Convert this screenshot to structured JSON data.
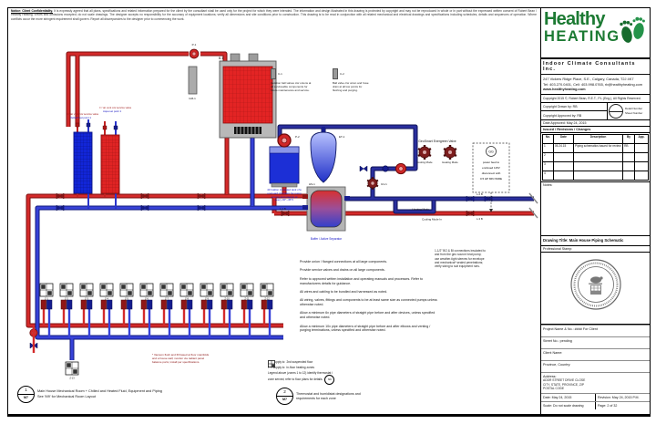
{
  "colors": {
    "supply_red": "#c9251f",
    "return_blue": "#2431c9",
    "navy": "#1a2370",
    "brand_green": "#1c7a33"
  },
  "disclaimer": {
    "lead": "Notice: Client Confidentiality.",
    "body": "It is expressly agreed that all plans, specifications and related information prepared for the client by the consultant shall be used only for the project for which they were intended. The information and design illustrated in this drawing is protected by copyright and may not be reproduced in whole or in part without the expressed written consent of Robert Bean / Healthy Heating. Errors and omissions excepted; do not scale drawings. The designer accepts no responsibility for the accuracy of equipment locations; verify all dimensions and site conditions prior to construction. This drawing is to be read in conjunction with all related mechanical and electrical drawings and specifications including schedules, details and sequences of operation. Where conflicts occur the more stringent requirement shall govern. Report all discrepancies to the designer prior to commencing the work."
  },
  "brand": {
    "name_top": "Healthy",
    "name_bottom": "HEATING",
    "tagline": "Indoor Climate Consultants Inc.",
    "address1": "247 Vickers Ridge Place, S.E., Calgary, Canada, T2J 4K7",
    "address2": "Tel: 403.270.0401, Cell: 403.998.0765, rb@healthyheating.com",
    "website": "www.healthyheating.com"
  },
  "title_block": {
    "copyright": "Copyright 2015 ©, Robert Bean, R.E.T., P.L.(Eng.), All Rights Reserved.",
    "drawn_by": "Copyright Drawn by: RB",
    "approved_by": "Copyright Approved by: RB",
    "detail_number": "Detail Number",
    "sheet_number": "Sheet Number",
    "date_approved": "Date Approved: May 24, 2015",
    "revisions_title": "Issued / Revisions / Changes",
    "rev_headers": [
      "No.",
      "Date",
      "Description",
      "By",
      "App."
    ],
    "rev_rows": [
      [
        "1",
        "05.24.15",
        "Piping schematics issued for review",
        "RB",
        ""
      ],
      [
        "2",
        "",
        "",
        "",
        ""
      ],
      [
        "3",
        "",
        "",
        "",
        ""
      ],
      [
        "4",
        "",
        "",
        "",
        ""
      ]
    ],
    "notes_label": "Notes:",
    "drawing_title": "Drawing Title: Main House Piping Schematic",
    "stamp_label": "Professional Stamp:",
    "fields": [
      "Project Name & No.: #### For Client",
      "Street No.: pending",
      "Client Name:",
      "Province, Country:"
    ],
    "address_label": "Address:",
    "address_lines": [
      "ADDR STREET DRIVE CLOSE",
      "CITY, STATE, PROVINCE, ZIP",
      "POSTAL CODE"
    ],
    "date": "Date: May 24, 2015",
    "revision": "Revision: May 24, 2015 P.M.",
    "scale": "Scale: Do not scale drawing",
    "page": "Page: 2 of 32"
  },
  "schematic_notes": [
    "Provide union / flanged connections at all large components.",
    "Provide service valves and drains on all large components.",
    "Refer to approved written installation and operating manuals and processes. Refer to manufacturers details for guidance.",
    "All wires and cabling to be bundled and harnessed as noted.",
    "All wiring, valves, fittings and components to be at least same size as connected pumps unless otherwise noted.",
    "Allow a minimum 6x pipe diameters of straight pipe before and after devices, unless specified and otherwise noted.",
    "Allow a minimum 10x pipe diameters of straight pipe before and after elbows and venting / purging terminations, unless specified and otherwise noted."
  ],
  "component_notes": {
    "c1_tag": "C-1",
    "c1_lines": [
      "Isolation ball valves c/w unions at",
      "all serviceable components for",
      "future maintenance and service."
    ],
    "c2_tag": "C-2",
    "c2_lines": [
      "Ball valve c/w union and hose",
      "drain at all low points for",
      "flushing and purging."
    ]
  },
  "labels": {
    "boiler": "B-1",
    "gas_meter": "GM-1",
    "pump1": "P-1",
    "pump2": "P-2",
    "exp_tank": "ET-1",
    "separator": "HS-1",
    "geo_valve_title": "GeoSmart Energreen Valve",
    "cooling_mode": "Cooling Mode",
    "heating_mode": "Heating Mode",
    "gv": "GV-1",
    "l1b": "L-1 B",
    "l2b": "L-2 B",
    "l3b": "L-3 B",
    "heating_mode_arrow": "← Heating Mode",
    "cooling_mode_in": "Cooling Mode In",
    "panel_left1": "¾\" air vent c/w service valve",
    "panel_left2": "Delta-P set point 1",
    "panel_right1": "¾\" air vent c/w service valve",
    "panel_right2": "Aqua set point 1",
    "gg": "GG"
  },
  "gg_lines": [
    "power feed to",
    "enclosed 115V",
    "disconnect with",
    "0.5 HP MIN WIRE"
  ],
  "tank_caption": [
    "40 Gallon insulated tank c/w",
    "on-board circulator for pump",
    "energy and staging at",
    "every 30°–45°F"
  ],
  "separator_caption": "Buffer / Active Separator",
  "hp_note": [
    "1-1/2\" BO & BI connections insulated to",
    "and from the geo source heat pump;",
    "use weather-tight sleeves for envelope",
    "and mechanical* sealed penetrations;",
    "verify sizing to suit equipment runs."
  ],
  "red_note": [
    "* Vacuum flush and fill based at floor manifolds",
    "and a house wall; monitor via radiant panel",
    "balance ports; install per specifications."
  ],
  "legend": {
    "p1a": "P = supply to",
    "p1b": "2nd suspended floor",
    "p2a": "P = supply to",
    "p2b": "in-floor heating zones",
    "l3": "Legend above (zones 1 to 12) identify thermostat /",
    "l4": "zone served; refer to floor plans for details.",
    "ref": "M9"
  },
  "callout1": {
    "num": "1",
    "ref": "M7",
    "line1": "Main House Mechanical Room + Chilled and Heated Fluid, Equipment and Piping",
    "line2": "See 'M9' for Mechanical Room Layout"
  },
  "callout2": {
    "num": "2",
    "ref": "M7",
    "line1": "Thermostat and humidistat designations and",
    "line2": "requirements for each zone"
  },
  "zones": [
    "Z-1",
    "Z-2",
    "Z-3",
    "Z-4",
    "Z-5",
    "Z-6",
    "Z-7",
    "Z-8",
    "Z-9",
    "Z-10",
    "Z-11",
    "Z-12",
    "Z-13"
  ]
}
